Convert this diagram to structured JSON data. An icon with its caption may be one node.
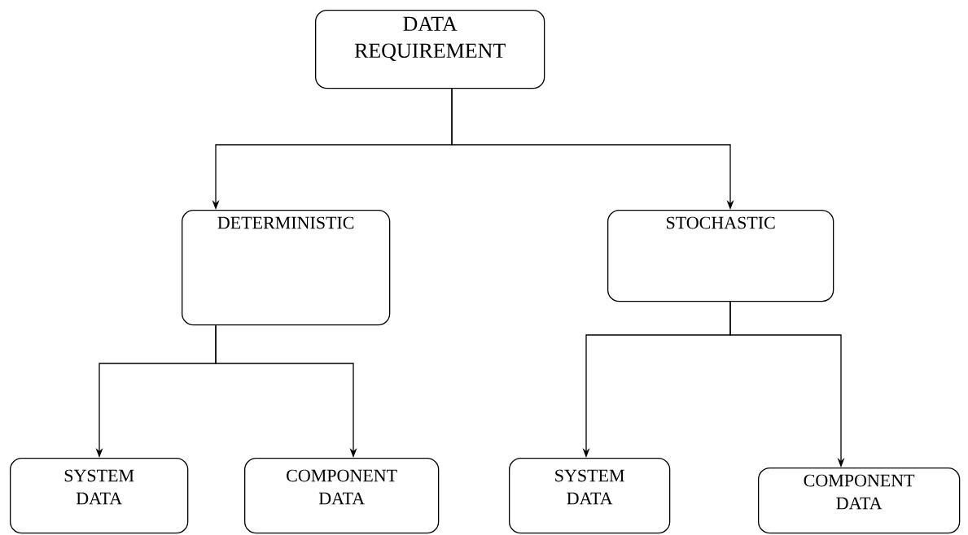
{
  "diagram": {
    "nodes": [
      {
        "text": [
          "DATA REQUIREMENT"
        ]
      },
      {
        "text": [
          "DETERMINISTIC"
        ]
      },
      {
        "text": [
          "STOCHASTIC"
        ]
      },
      {
        "text": [
          "SYSTEM DATA"
        ]
      },
      {
        "text": [
          "COMPONENT DATA"
        ]
      },
      {
        "text": [
          "SYSTEM DATA"
        ]
      },
      {
        "text": [
          "COMPONENT DATA"
        ]
      }
    ],
    "edges": [
      {
        "from": 0,
        "to": 1,
        "arrow": "to"
      },
      {
        "from": 0,
        "to": 2,
        "arrow": "to"
      },
      {
        "from": 1,
        "to": 3,
        "arrow": "to"
      },
      {
        "from": 1,
        "to": 4,
        "arrow": "to"
      },
      {
        "from": 2,
        "to": 5,
        "arrow": "to"
      },
      {
        "from": 2,
        "to": 6,
        "arrow": "to"
      }
    ]
  }
}
